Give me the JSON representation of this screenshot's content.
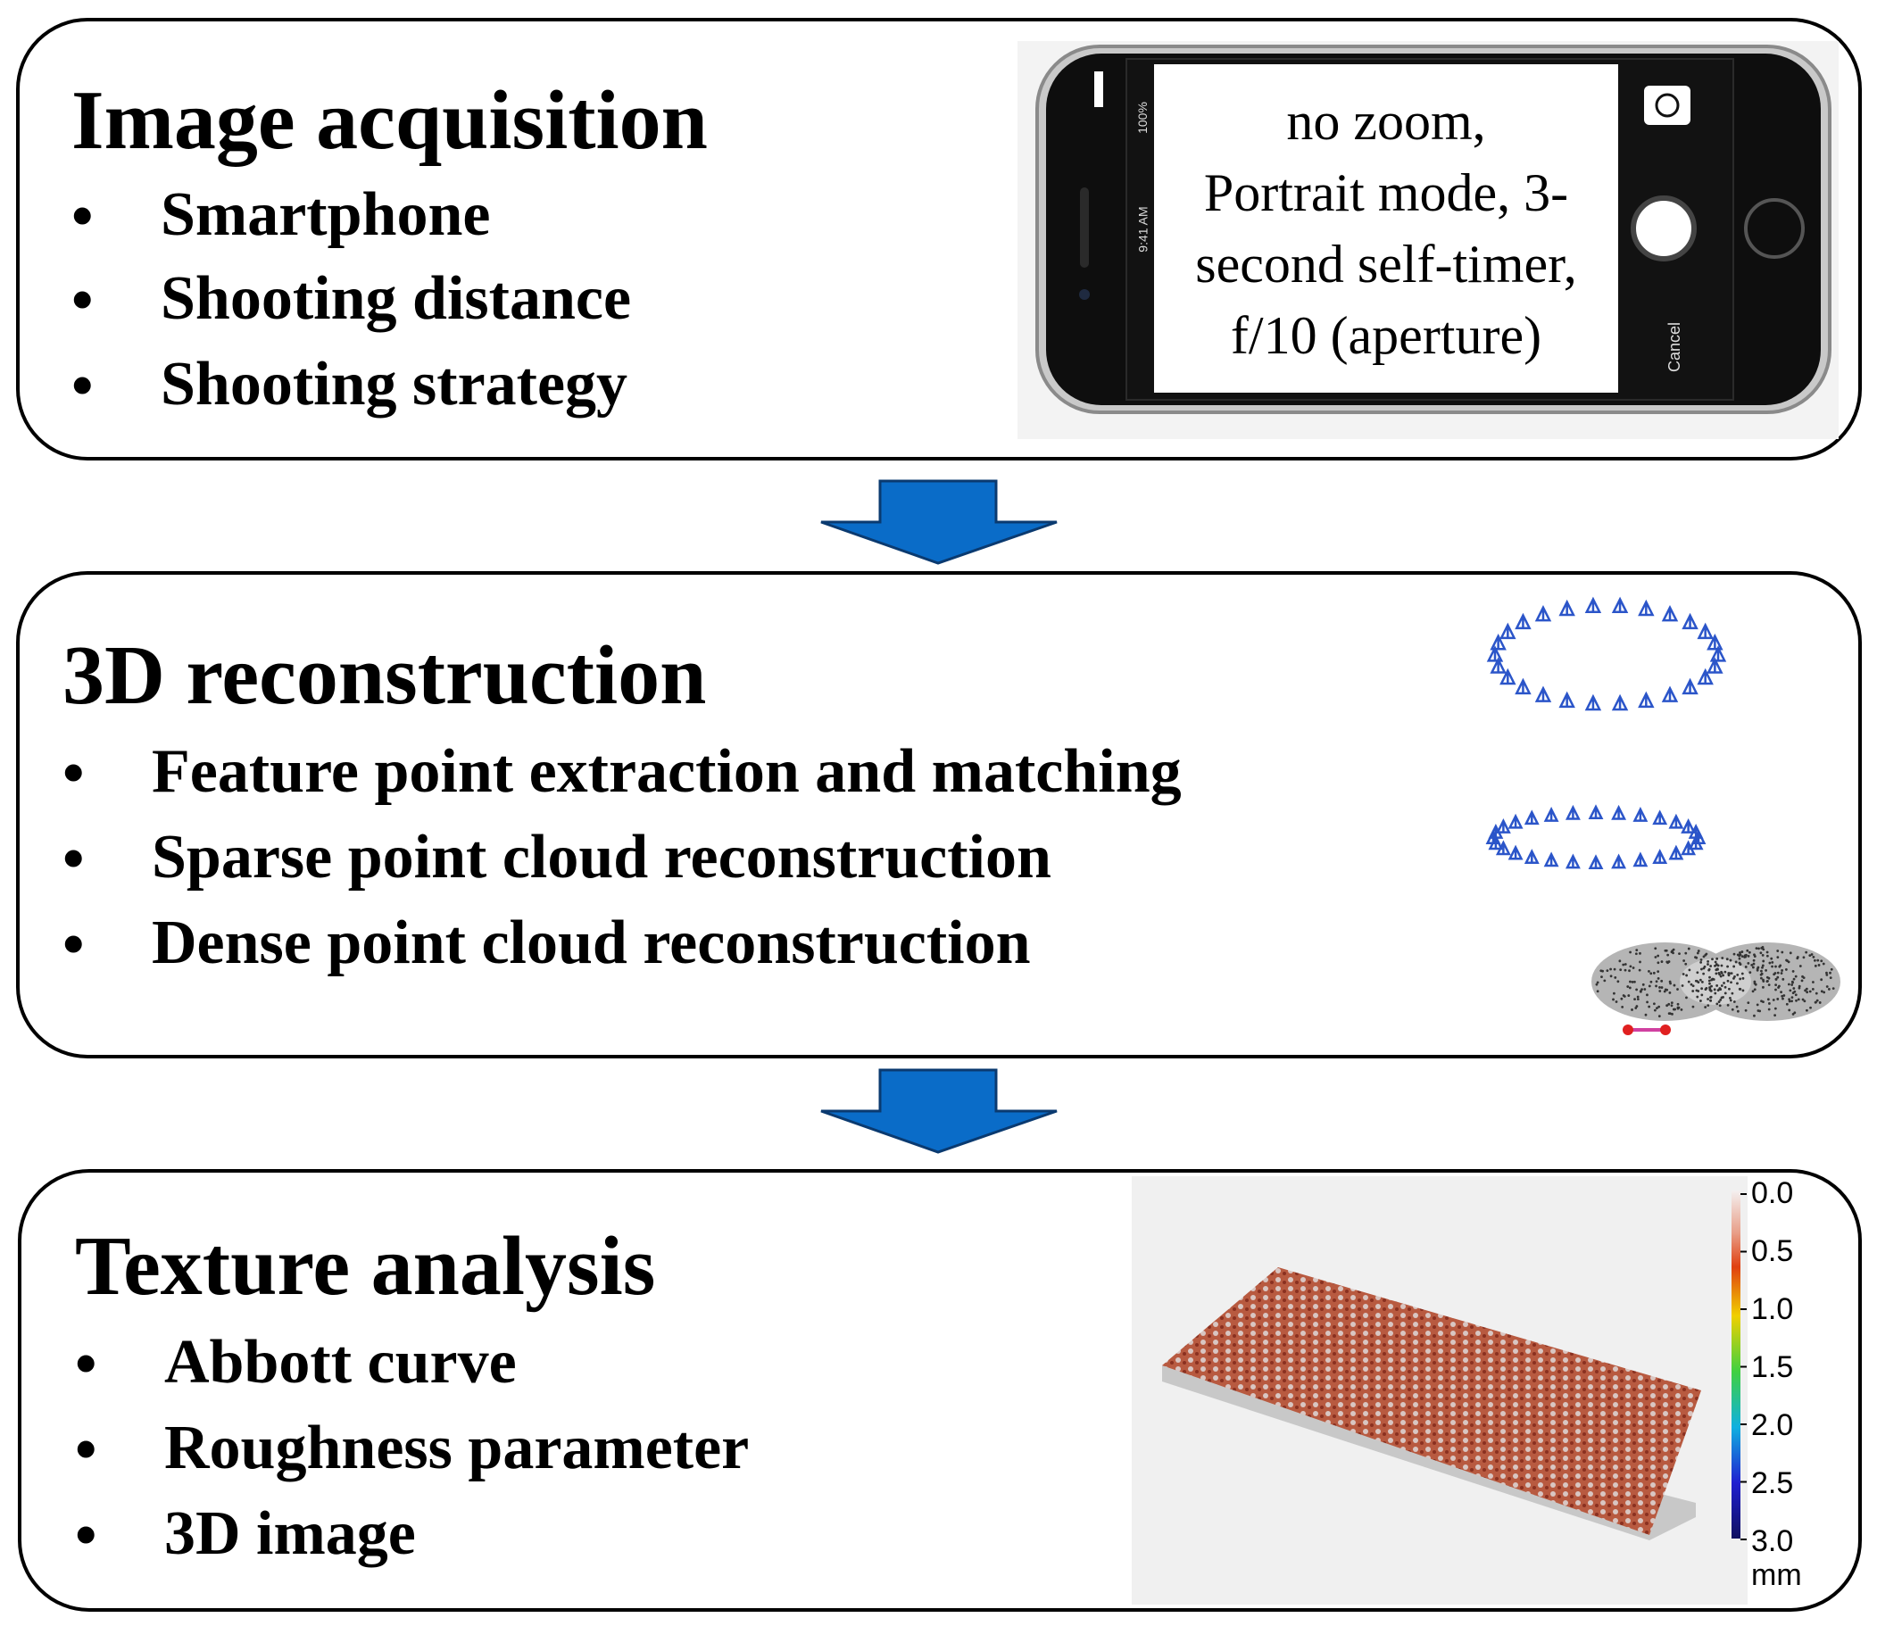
{
  "panels": [
    {
      "heading": "Image acquisition",
      "items": [
        "Smartphone",
        "Shooting distance",
        "Shooting strategy"
      ]
    },
    {
      "heading": "3D reconstruction",
      "items": [
        "Feature point extraction and matching",
        "Sparse point cloud reconstruction",
        "Dense point cloud reconstruction"
      ]
    },
    {
      "heading": "Texture analysis",
      "items": [
        "Abbott curve",
        "Roughness parameter",
        "3D image"
      ]
    }
  ],
  "bullet_symbol": "•",
  "phone": {
    "screen_lines": [
      "no zoom,",
      "Portrait mode, 3-",
      "second self-timer,",
      "f/10 (aperture)"
    ],
    "status_battery": "100%",
    "status_time": "9:41 AM",
    "cancel_label": "Cancel"
  },
  "colorbar": {
    "ticks": [
      "0.0",
      "0.5",
      "1.0",
      "1.5",
      "2.0",
      "2.5",
      "3.0"
    ],
    "unit": "mm"
  },
  "colors": {
    "arrow_fill": "#0a6cc8",
    "arrow_stroke": "#0a3a70",
    "camera_stroke": "#2b55c9"
  }
}
